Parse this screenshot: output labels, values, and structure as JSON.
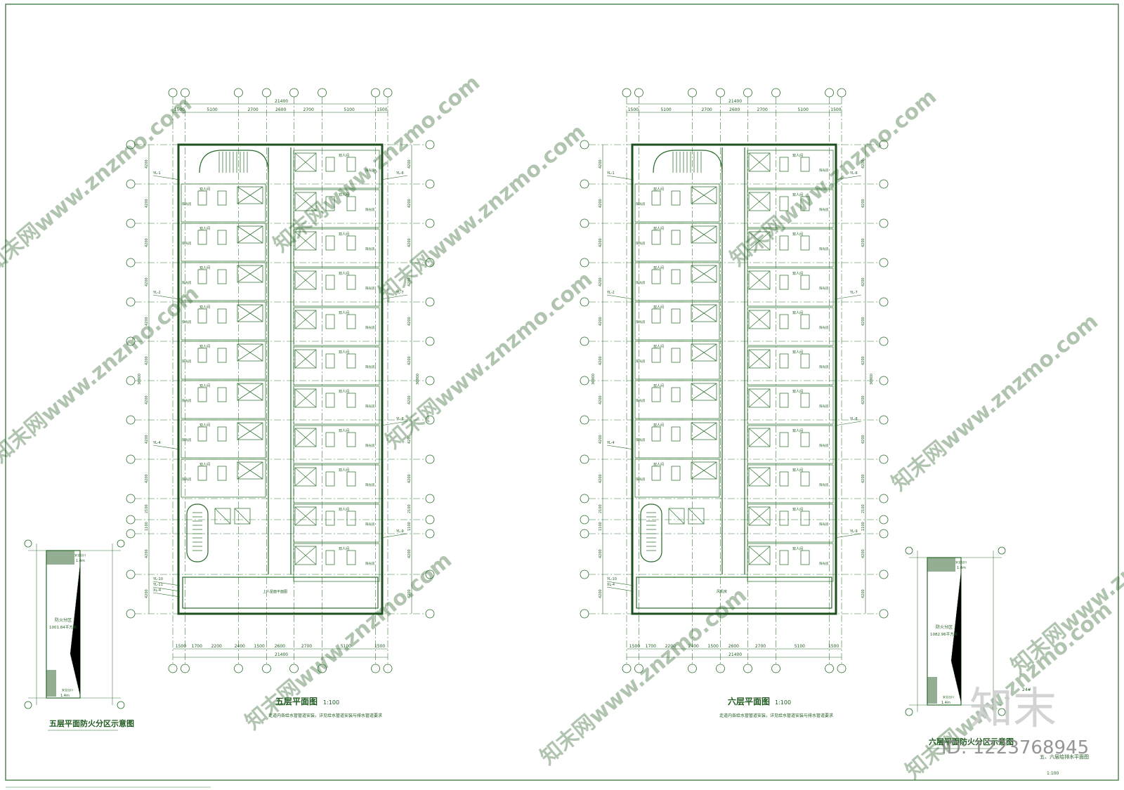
{
  "plans": [
    {
      "id": "fifth",
      "title": "五层平面图",
      "scale": "1:100",
      "note": "走道内各给水管管道安装，详见给水管道安装与排水管道要求",
      "dims_top": [
        "1500",
        "5100",
        "2700",
        "2600",
        "2700",
        "5100",
        "1500"
      ],
      "dims_bottom": [
        "1500",
        "1700",
        "2200",
        "2400",
        "1500",
        "2600",
        "2700",
        "5100",
        "1500"
      ],
      "total": "21400",
      "side_total": "36900",
      "row_dims": [
        "4200",
        "4200",
        "4200",
        "4200",
        "4200",
        "4200",
        "4200",
        "4200",
        "4200",
        "2100",
        "1100",
        "4200",
        "4200"
      ],
      "room_label": "双人间",
      "balcony_label": "阳光房",
      "tags_left": [
        "YL-1",
        "YL-2",
        "YL-4",
        "YL-10",
        "YL-11",
        "XL-4"
      ],
      "tags_right": [
        "YL-6",
        "YL-7",
        "YL-8",
        "YL-9"
      ],
      "roof_label": "上人屋面平面图"
    },
    {
      "id": "sixth",
      "title": "六层平面图",
      "scale": "1:100",
      "note": "走道内各给水管管道安装，详见给水管道安装与排水管道要求",
      "dims_top": [
        "1500",
        "5100",
        "2700",
        "2600",
        "2700",
        "5100",
        "1500"
      ],
      "dims_bottom": [
        "1500",
        "1700",
        "2200",
        "2400",
        "1500",
        "2600",
        "2700",
        "5100",
        "1500"
      ],
      "total": "21400",
      "side_total": "36900",
      "row_dims": [
        "4200",
        "4200",
        "4200",
        "4200",
        "4200",
        "4200",
        "4200",
        "4200",
        "4200",
        "2100",
        "1100",
        "4200",
        "4200"
      ],
      "room_label": "双人间",
      "balcony_label": "阳光房",
      "tags_left": [
        "YL-1",
        "YL-2",
        "YL-4",
        "YL-10",
        "XL-4"
      ],
      "tags_right": [
        "YL-6",
        "YL-7",
        "YL-8",
        "YL-9"
      ],
      "roof_label": "风机房"
    }
  ],
  "fire_zones": [
    {
      "id": "fifth",
      "title": "五层平面防火分区示意图",
      "zone_label": "防火分区",
      "area": "1001.84平方米",
      "exit_label": "安全出口",
      "exit_width": "1.4m"
    },
    {
      "id": "sixth",
      "title": "六层平面防火分区示意图",
      "zone_label": "防火分区",
      "area": "1082.96平方米",
      "exit_label": "安全出口",
      "exit_width": "1.4m"
    }
  ],
  "sheet_caption": "五、六层给排水平面图",
  "watermark": {
    "text": "知末网www.znzmo.com",
    "logo": "知末",
    "id_text": "ID: 1223768945"
  },
  "colors": {
    "line": "#2a6b2a",
    "wall": "#1e4f1e",
    "watermark": "#9fb89f",
    "id": "#8a8a8a"
  }
}
